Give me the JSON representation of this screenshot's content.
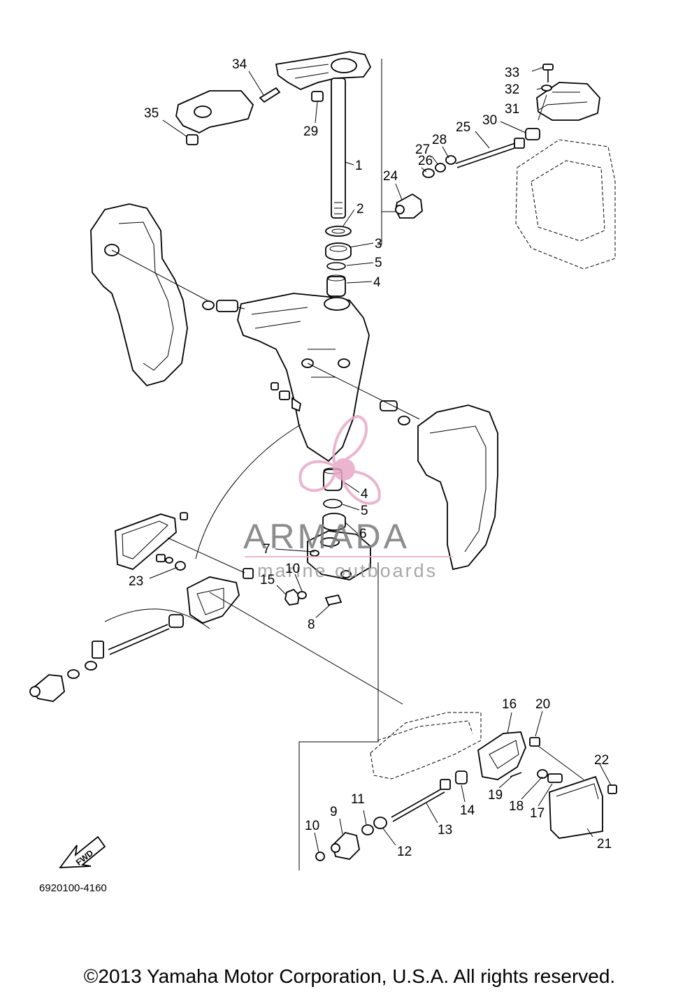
{
  "callouts": [
    {
      "id": "c1",
      "label": "1"
    },
    {
      "id": "c2",
      "label": "2"
    },
    {
      "id": "c3",
      "label": "3"
    },
    {
      "id": "c4a",
      "label": "4"
    },
    {
      "id": "c4b",
      "label": "4"
    },
    {
      "id": "c5a",
      "label": "5"
    },
    {
      "id": "c5b",
      "label": "5"
    },
    {
      "id": "c6",
      "label": "6"
    },
    {
      "id": "c7",
      "label": "7"
    },
    {
      "id": "c8",
      "label": "8"
    },
    {
      "id": "c9",
      "label": "9"
    },
    {
      "id": "c10a",
      "label": "10"
    },
    {
      "id": "c10b",
      "label": "10"
    },
    {
      "id": "c11",
      "label": "11"
    },
    {
      "id": "c12",
      "label": "12"
    },
    {
      "id": "c13",
      "label": "13"
    },
    {
      "id": "c14",
      "label": "14"
    },
    {
      "id": "c15",
      "label": "15"
    },
    {
      "id": "c16",
      "label": "16"
    },
    {
      "id": "c17",
      "label": "17"
    },
    {
      "id": "c18",
      "label": "18"
    },
    {
      "id": "c19",
      "label": "19"
    },
    {
      "id": "c20",
      "label": "20"
    },
    {
      "id": "c21",
      "label": "21"
    },
    {
      "id": "c22",
      "label": "22"
    },
    {
      "id": "c23",
      "label": "23"
    },
    {
      "id": "c24",
      "label": "24"
    },
    {
      "id": "c25",
      "label": "25"
    },
    {
      "id": "c26",
      "label": "26"
    },
    {
      "id": "c27",
      "label": "27"
    },
    {
      "id": "c28",
      "label": "28"
    },
    {
      "id": "c29",
      "label": "29"
    },
    {
      "id": "c30",
      "label": "30"
    },
    {
      "id": "c31",
      "label": "31"
    },
    {
      "id": "c32",
      "label": "32"
    },
    {
      "id": "c33",
      "label": "33"
    },
    {
      "id": "c34",
      "label": "34"
    },
    {
      "id": "c35",
      "label": "35"
    }
  ],
  "fwd_label": "FWD",
  "watermark": {
    "brand": "ARMADA",
    "tagline": "marine outboards",
    "color": "#e8a9c8"
  },
  "diagram_code": "6920100-4160",
  "copyright": "©2013 Yamaha Motor Corporation, U.S.A. All rights reserved."
}
